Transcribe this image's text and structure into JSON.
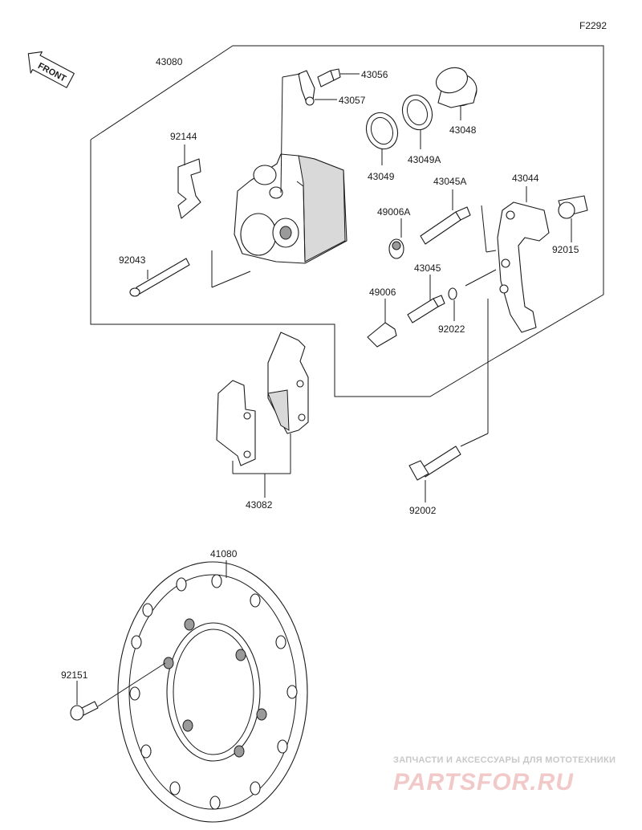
{
  "figure_code": "F2292",
  "front_label": "FRONT",
  "parts": [
    {
      "number": "43080"
    },
    {
      "number": "43056"
    },
    {
      "number": "43057"
    },
    {
      "number": "43048"
    },
    {
      "number": "92144"
    },
    {
      "number": "43049A"
    },
    {
      "number": "43049"
    },
    {
      "number": "43045A"
    },
    {
      "number": "43044"
    },
    {
      "number": "49006A"
    },
    {
      "number": "92015"
    },
    {
      "number": "92043"
    },
    {
      "number": "43045"
    },
    {
      "number": "49006"
    },
    {
      "number": "92022"
    },
    {
      "number": "43082"
    },
    {
      "number": "92002"
    },
    {
      "number": "41080"
    },
    {
      "number": "92151"
    }
  ],
  "watermark": {
    "tagline": "ЗАПЧАСТИ И АКСЕССУАРЫ ДЛЯ МОТОТЕХНИКИ",
    "brand": "PARTSFOR.RU"
  }
}
